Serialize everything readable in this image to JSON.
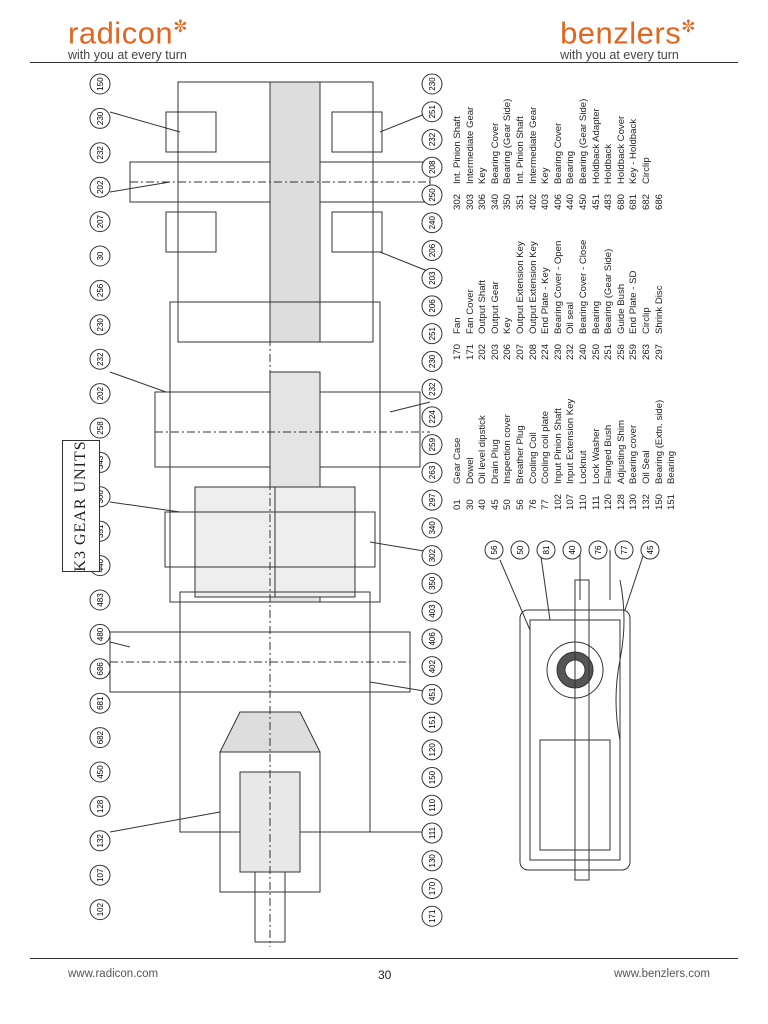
{
  "header": {
    "left_brand": "radicon",
    "left_tagline": "with you at every turn",
    "right_brand": "benzlers",
    "right_tagline": "with you at every turn",
    "brand_color": "#e2661f"
  },
  "section_title": "K3 GEAR UNITS",
  "callouts_top": [
    "150",
    "230",
    "232",
    "202",
    "207",
    "30",
    "256",
    "230",
    "232",
    "202",
    "258",
    "343",
    "306",
    "351",
    "440",
    "483",
    "480",
    "686",
    "681",
    "682",
    "450",
    "128",
    "132",
    "107",
    "102"
  ],
  "callouts_bottom": [
    "230",
    "251",
    "232",
    "208",
    "250",
    "240",
    "206",
    "203",
    "206",
    "251",
    "230",
    "232",
    "224",
    "259",
    "263",
    "297",
    "340",
    "302",
    "350",
    "403",
    "406",
    "402",
    "451",
    "151",
    "120",
    "150",
    "110",
    "111",
    "130",
    "170",
    "171"
  ],
  "inset_callouts": [
    "56",
    "50",
    "81",
    "40",
    "76",
    "77",
    "45"
  ],
  "parts_list": [
    {
      "no": "01",
      "name": "Gear Case"
    },
    {
      "no": "30",
      "name": "Dowel"
    },
    {
      "no": "40",
      "name": "Oil level dipstick"
    },
    {
      "no": "45",
      "name": "Drain Plug"
    },
    {
      "no": "50",
      "name": "Inspection cover"
    },
    {
      "no": "56",
      "name": "Breather Plug"
    },
    {
      "no": "76",
      "name": "Cooling Coil"
    },
    {
      "no": "77",
      "name": "Cooling coil plate"
    },
    {
      "no": "102",
      "name": "Input Pinion Shaft"
    },
    {
      "no": "107",
      "name": "Input Extension Key"
    },
    {
      "no": "110",
      "name": "Locknut"
    },
    {
      "no": "111",
      "name": "Lock Washer"
    },
    {
      "no": "120",
      "name": "Flanged Bush"
    },
    {
      "no": "128",
      "name": "Adjusting Shim"
    },
    {
      "no": "130",
      "name": "Bearing cover"
    },
    {
      "no": "132",
      "name": "Oil Seal"
    },
    {
      "no": "150",
      "name": "Bearing (Extn. side)"
    },
    {
      "no": "151",
      "name": "Bearing"
    },
    {
      "no": "170",
      "name": "Fan"
    },
    {
      "no": "171",
      "name": "Fan Cover"
    },
    {
      "no": "202",
      "name": "Output Shaft"
    },
    {
      "no": "203",
      "name": "Output Gear"
    },
    {
      "no": "206",
      "name": "Key"
    },
    {
      "no": "207",
      "name": "Output Extension Key"
    },
    {
      "no": "208",
      "name": "Output Extension Key"
    },
    {
      "no": "224",
      "name": "End Plate - Key"
    },
    {
      "no": "230",
      "name": "Bearing Cover - Open"
    },
    {
      "no": "232",
      "name": "Oil seal"
    },
    {
      "no": "240",
      "name": "Bearing Cover - Close"
    },
    {
      "no": "250",
      "name": "Bearing"
    },
    {
      "no": "251",
      "name": "Bearing (Gear Side)"
    },
    {
      "no": "258",
      "name": "Guide Bush"
    },
    {
      "no": "259",
      "name": "End Plate - SD"
    },
    {
      "no": "263",
      "name": "Circlip"
    },
    {
      "no": "297",
      "name": "Shrink Disc"
    },
    {
      "no": "302",
      "name": "Int. Pinion Shaft"
    },
    {
      "no": "303",
      "name": "Intermediate Gear"
    },
    {
      "no": "306",
      "name": "Key"
    },
    {
      "no": "340",
      "name": "Bearing Cover"
    },
    {
      "no": "350",
      "name": "Bearing (Gear Side)"
    },
    {
      "no": "351",
      "name": "Int. Pinion Shaft"
    },
    {
      "no": "402",
      "name": "Intermediate Gear"
    },
    {
      "no": "403",
      "name": "Key"
    },
    {
      "no": "406",
      "name": "Bearing Cover"
    },
    {
      "no": "440",
      "name": "Bearing"
    },
    {
      "no": "450",
      "name": "Bearing (Gear Side)"
    },
    {
      "no": "451",
      "name": "Holdback Adapter"
    },
    {
      "no": "483",
      "name": "Holdback"
    },
    {
      "no": "680",
      "name": "Holdback Cover"
    },
    {
      "no": "681",
      "name": "Key - Holdback"
    },
    {
      "no": "682",
      "name": "Circlip"
    },
    {
      "no": "686",
      "name": ""
    }
  ],
  "footer": {
    "left_url": "www.radicon.com",
    "page_number": "30",
    "right_url": "www.benzlers.com"
  }
}
